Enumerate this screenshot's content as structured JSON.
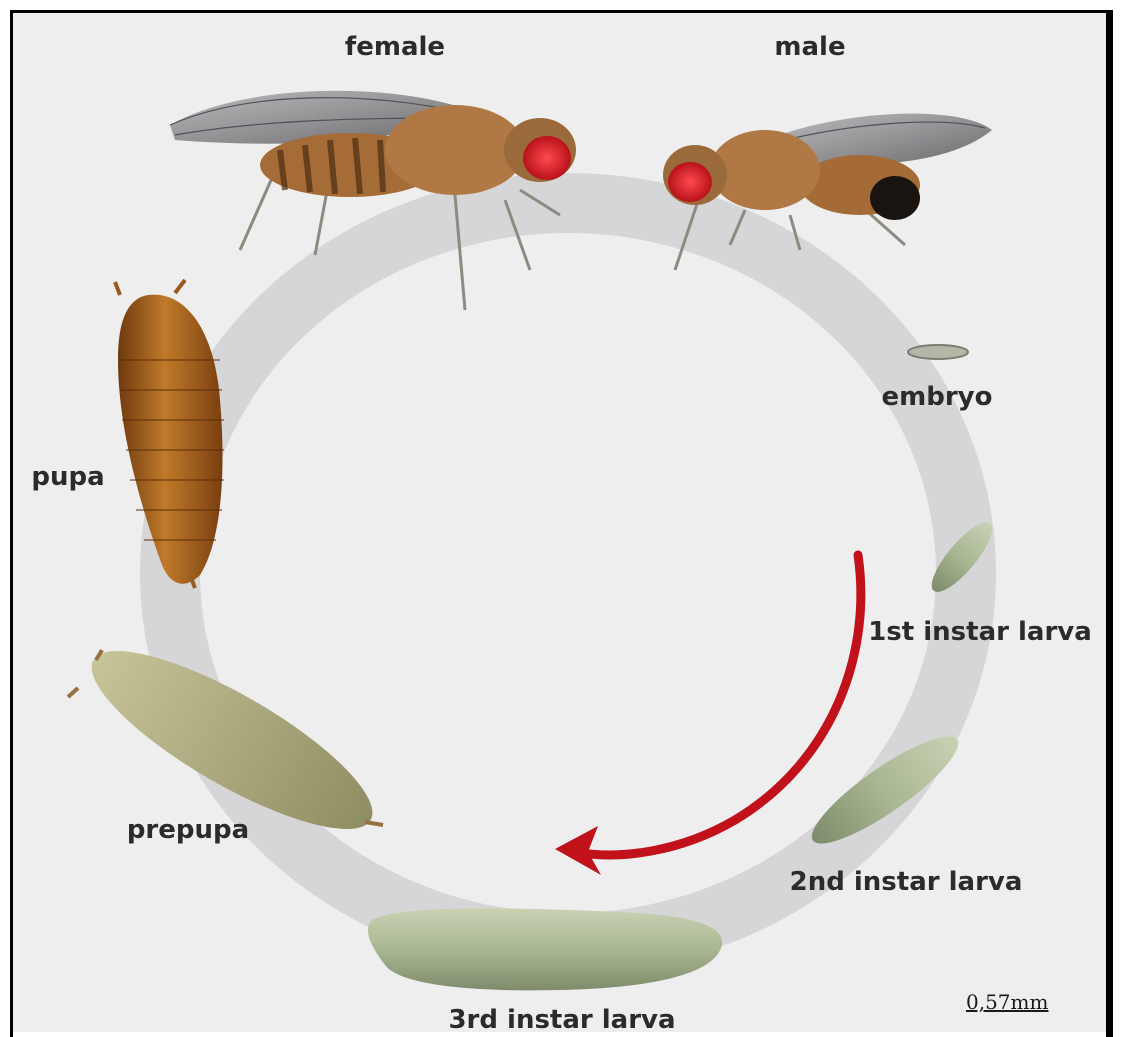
{
  "colors": {
    "background": "#eeeeef",
    "ring": "#d6d6d8",
    "arrow": "#c1121c",
    "frame": "#000000",
    "fly_body": "#a06a3a",
    "fly_eye": "#e0242c",
    "pupa": "#a8641c",
    "larva": "#b8c2a0"
  },
  "stages": {
    "female": "female",
    "male": "male",
    "embryo": "embryo",
    "first_instar": "1st instar larva",
    "second_instar": "2nd instar larva",
    "third_instar": "3rd instar larva",
    "prepupa": "prepupa",
    "pupa": "pupa"
  },
  "scale_bar": "0,57mm"
}
